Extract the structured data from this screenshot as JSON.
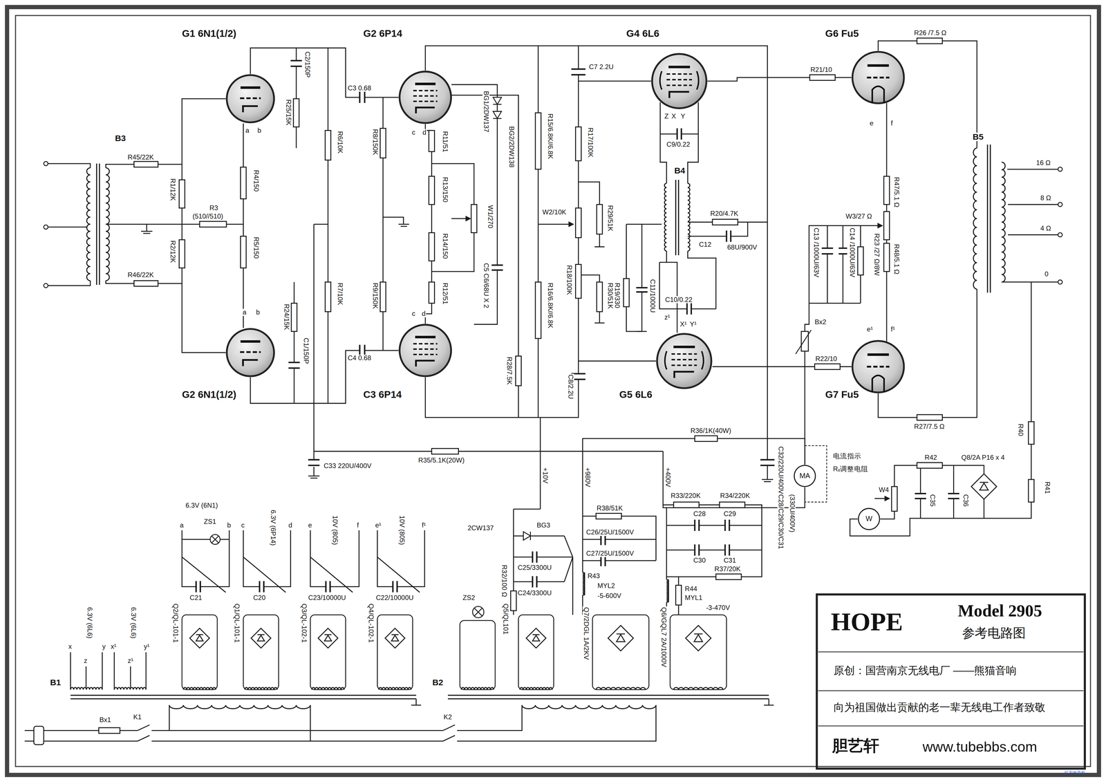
{
  "diagram": {
    "nodes": [
      {
        "text": [
          "G1 6N1(1/2)"
        ]
      },
      {
        "text": [
          "G2 6P14"
        ]
      },
      {
        "text": [
          "G4 6L6"
        ]
      },
      {
        "text": [
          "G6 Fu5"
        ]
      },
      {
        "text": [
          "G2 6N1(1/2)"
        ]
      },
      {
        "text": [
          "C3 6P14"
        ]
      },
      {
        "text": [
          "G5 6L6"
        ]
      },
      {
        "text": [
          "G7 Fu5"
        ]
      },
      {
        "text": [
          "MA"
        ]
      },
      {
        "text": [
          "W"
        ]
      },
      {
        "text": [
          "HOPE",
          "Model 2905",
          "参考电路图"
        ]
      },
      {
        "text": [
          "原创：国营南京无线电厂 ——熊猫音响"
        ]
      },
      {
        "text": [
          "向为祖国做出贡献的老一辈无线电工作者致敬"
        ]
      },
      {
        "text": [
          "胆艺轩",
          "www.tubebbs.com"
        ]
      }
    ],
    "labels": [
      "B3",
      "R45/22K",
      "R46/22K",
      "R1/12K",
      "R2/12K",
      "R3",
      "(510//510)",
      "R4/150",
      "R5/150",
      "a",
      "b",
      "C2/150P",
      "R25/15K",
      "a",
      "b",
      "R24/15K",
      "C1/150P",
      "R6/10K",
      "R7/10K",
      "C3 0.68",
      "C4 0.68",
      "R8/150K",
      "R9/150K",
      "c",
      "d",
      "c",
      "d",
      "R11/51",
      "R13/150",
      "R14/150",
      "R12/51",
      "W1/270",
      "BG1/2DW137",
      "BG2/2DW138",
      "C5 C6/68U X 2",
      "R15/6.8K//6.8K",
      "W2/10K",
      "R16/6.8K//6.8K",
      "R28/7.5K",
      "C7 2.2U",
      "R17/100K",
      "R29/51K",
      "R18/100K",
      "R30/51K",
      "R19/330",
      "C11/1000U",
      "C8/2.2U",
      "Z",
      "X",
      "Y",
      "C9/0.22",
      "B4",
      "R20/4.7K",
      "C12",
      "68U/900V",
      "C10/0.22",
      "z¹",
      "X¹",
      "Y¹",
      "R21/10",
      "R22/10",
      "e",
      "f",
      "e¹",
      "f¹",
      "R26 /7.5 Ω",
      "R27/7.5 Ω",
      "R47/5.1 Ω",
      "R48/5.1 Ω",
      "W3/27 Ω",
      "R23 /27 Ω/8W",
      "C13 /1000U/63V",
      "C14 /1000U/63V",
      "Bx2",
      "B5",
      "16 Ω",
      "8 Ω",
      "4 Ω",
      "0",
      "R40",
      "R41",
      "R42",
      "Q8/2A P16 x 4",
      "W4",
      "C35",
      "C36",
      "R36/1K(40W)",
      "C32/220U/400V",
      "电流指示",
      "Rₓ调整电阻",
      "C33 220U/400V",
      "R35/5.1K(20W)",
      "+10V",
      "+980V",
      "+400V",
      "R38/51K",
      "2CW137",
      "BG3",
      "C25/3300U",
      "C24/3300U",
      "R32/100 Ω",
      "C26/25U/1500V",
      "C27/25U/1500V",
      "R43",
      "MYL2",
      "-5-600V",
      "R33/220K",
      "R34/220K",
      "C28",
      "C29",
      "C30",
      "C31",
      "R37/20K",
      "R44",
      "MYL1",
      "-3-470V",
      "C28/C29/C30/C31",
      "(330U/400V)",
      "Q5/QL101",
      "Q7/2DGL 1A/2KV",
      "Q6/GQL7 2A/1000V",
      "ZS2",
      "6.3V (6N1)",
      "ZS1",
      "a",
      "b",
      "c",
      "6.3V (6P14)",
      "d",
      "e",
      "10V (805)",
      "f",
      "e¹",
      "10V (805)",
      "f¹",
      "C21",
      "C20",
      "C23/10000U",
      "C22/10000U",
      "Q2/QL-101-1",
      "Q1/QL-101-1",
      "Q3/QL-102-1",
      "Q4/QL-102-1",
      "6.3V (6L6)",
      "6.3V (6L6)",
      "x",
      "z",
      "y",
      "x¹",
      "z¹",
      "y¹",
      "B1",
      "B2",
      "Bx1",
      "K1",
      "K2",
      "矿石收音机"
    ]
  }
}
